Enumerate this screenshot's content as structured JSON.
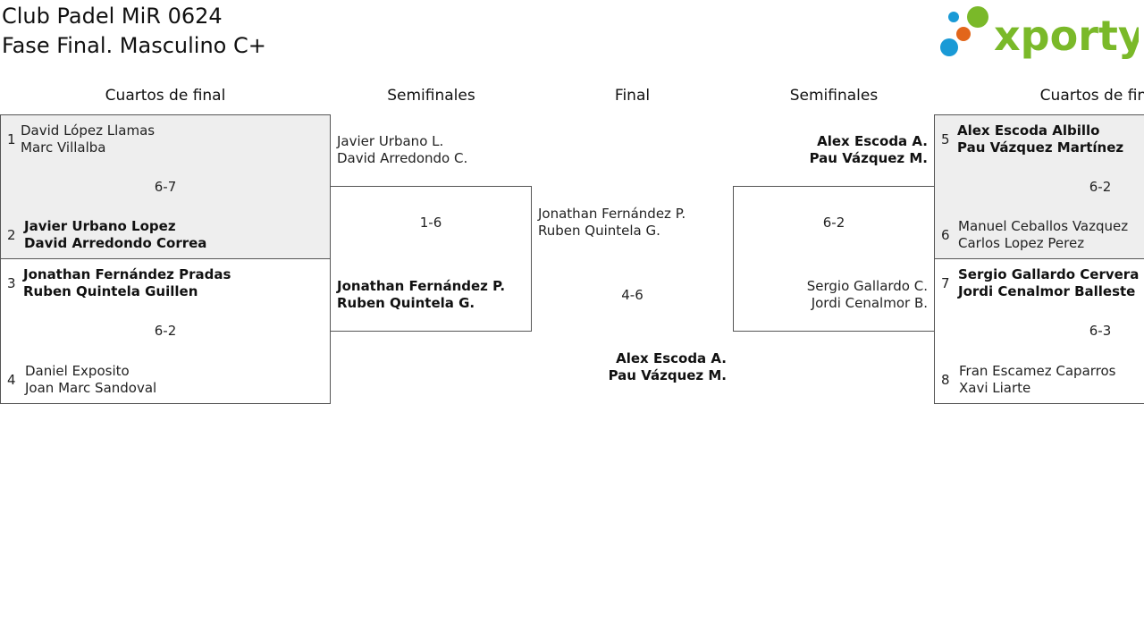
{
  "header": {
    "title_line1": "Club Padel MiR 0624",
    "title_line2": "Fase Final. Masculino C+",
    "logo_text": "xporty"
  },
  "rounds": {
    "qf_left": "Cuartos de final",
    "sf_left": "Semifinales",
    "final": "Final",
    "sf_right": "Semifinales",
    "qf_right": "Cuartos de final"
  },
  "qf_left": [
    {
      "seed_a": "1",
      "a1": "David López Llamas",
      "a2": "Marc Villalba",
      "score": "6-7",
      "seed_b": "2",
      "b1": "Javier Urbano Lopez",
      "b2": "David Arredondo Correa"
    },
    {
      "seed_a": "3",
      "a1": "Jonathan Fernández Pradas",
      "a2": "Ruben Quintela Guillen",
      "score": "6-2",
      "seed_b": "4",
      "b1": "Daniel Exposito",
      "b2": "Joan Marc Sandoval"
    }
  ],
  "sf_left": {
    "a1": "Javier Urbano L.",
    "a2": "David Arredondo C.",
    "score": "1-6",
    "b1": "Jonathan Fernández P.",
    "b2": "Ruben Quintela G."
  },
  "final": {
    "a1": "Jonathan Fernández P.",
    "a2": "Ruben Quintela G.",
    "score": "4-6",
    "b1": "Alex Escoda A.",
    "b2": "Pau Vázquez M."
  },
  "sf_right": {
    "a1": "Alex Escoda A.",
    "a2": "Pau Vázquez M.",
    "score": "6-2",
    "b1": "Sergio Gallardo C.",
    "b2": "Jordi Cenalmor B."
  },
  "qf_right": [
    {
      "seed_a": "5",
      "a1": "Alex Escoda Albillo",
      "a2": "Pau Vázquez Martínez",
      "score": "6-2",
      "seed_b": "6",
      "b1": "Manuel Ceballos Vazquez",
      "b2": "Carlos Lopez Perez"
    },
    {
      "seed_a": "7",
      "a1": "Sergio Gallardo Cervera",
      "a2": "Jordi Cenalmor Balleste",
      "score": "6-3",
      "seed_b": "8",
      "b1": "Fran Escamez Caparros",
      "b2": "Xavi Liarte"
    }
  ],
  "colors": {
    "logo_green": "#7ab929",
    "logo_blue": "#1a9ad6",
    "logo_orange": "#e2661b",
    "shade": "#eeeeee"
  }
}
